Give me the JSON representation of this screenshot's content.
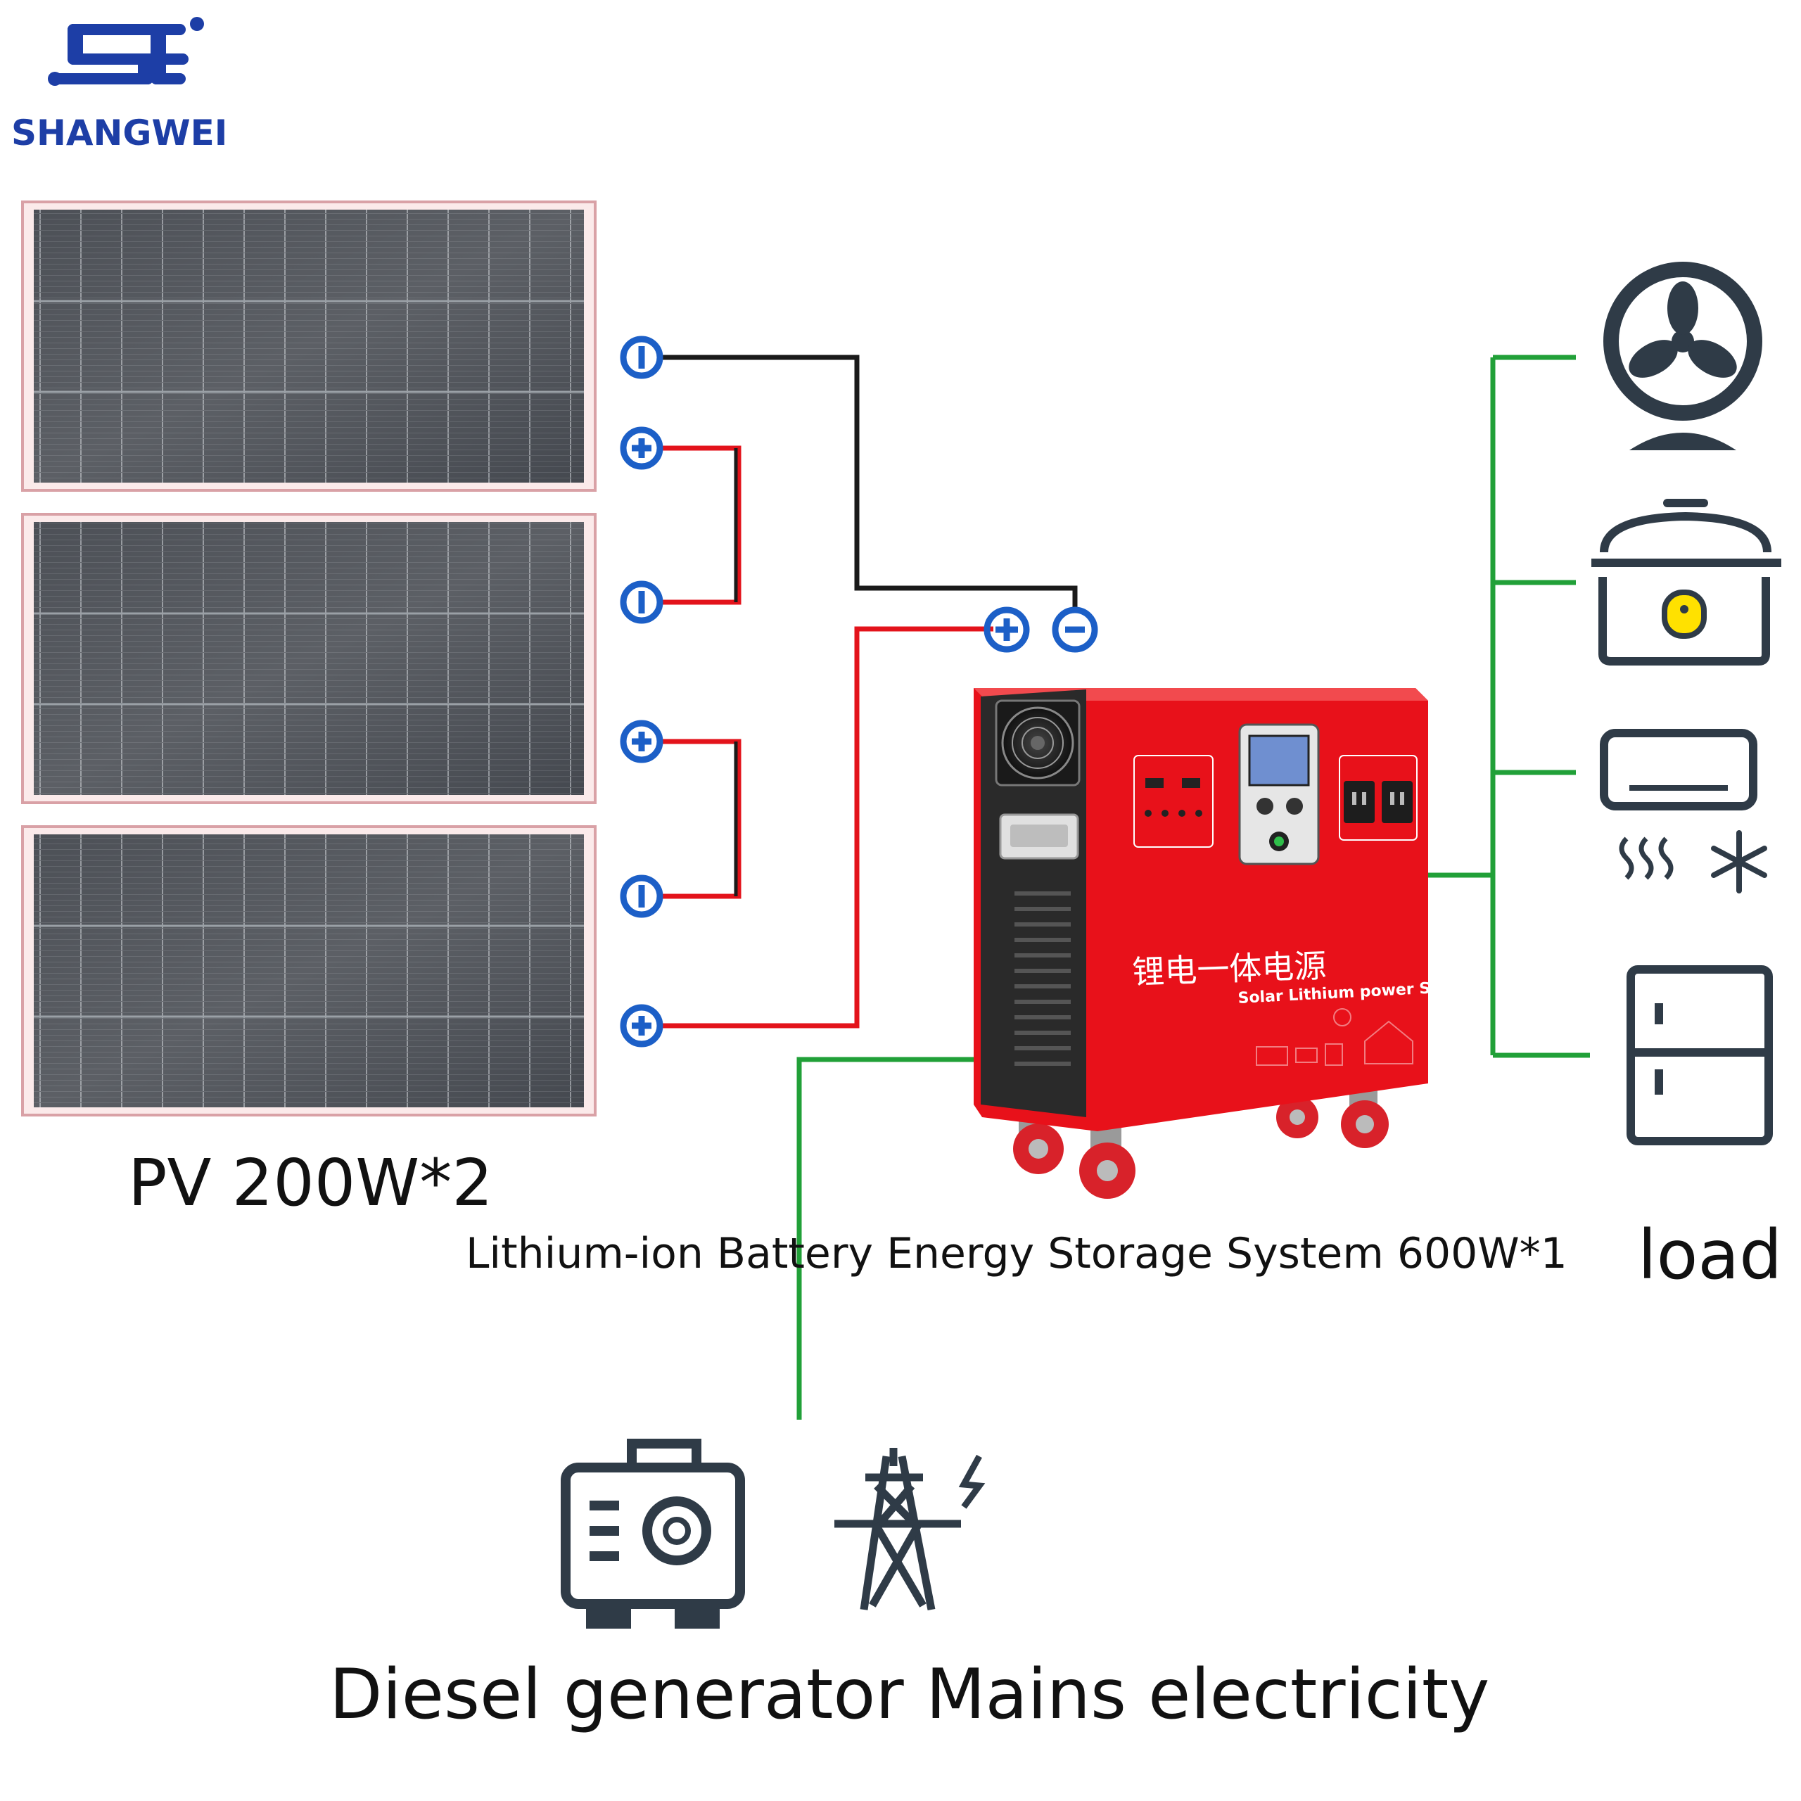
{
  "brand": {
    "name": "SHANGWEI",
    "monogram": "SH"
  },
  "pv": {
    "label": "PV 200W*2",
    "panel_count": 3
  },
  "system": {
    "label": "Lithium-ion Battery Energy Storage System 600W*1",
    "cn_title": "锂电一体电源",
    "en_title": "Solar Lithium power System"
  },
  "load": {
    "label": "load",
    "icons": [
      "fan-icon",
      "rice-cooker-icon",
      "air-conditioner-icon",
      "refrigerator-icon"
    ]
  },
  "sources": {
    "diesel_label": "Diesel generator",
    "mains_label": "Mains electricity",
    "icons": [
      "diesel-generator-icon",
      "power-tower-icon"
    ]
  },
  "terminals": {
    "positive_symbol": "⊕",
    "negative_symbol": "⊖"
  },
  "colors": {
    "positive_wire": "#e3131b",
    "negative_wire": "#1a1a1a",
    "ac_wire": "#21a038",
    "terminal_blue": "#1c5fc7",
    "unit_red": "#e8111a",
    "icon_dark": "#2f3b47",
    "brand_blue": "#1d3ea6"
  }
}
